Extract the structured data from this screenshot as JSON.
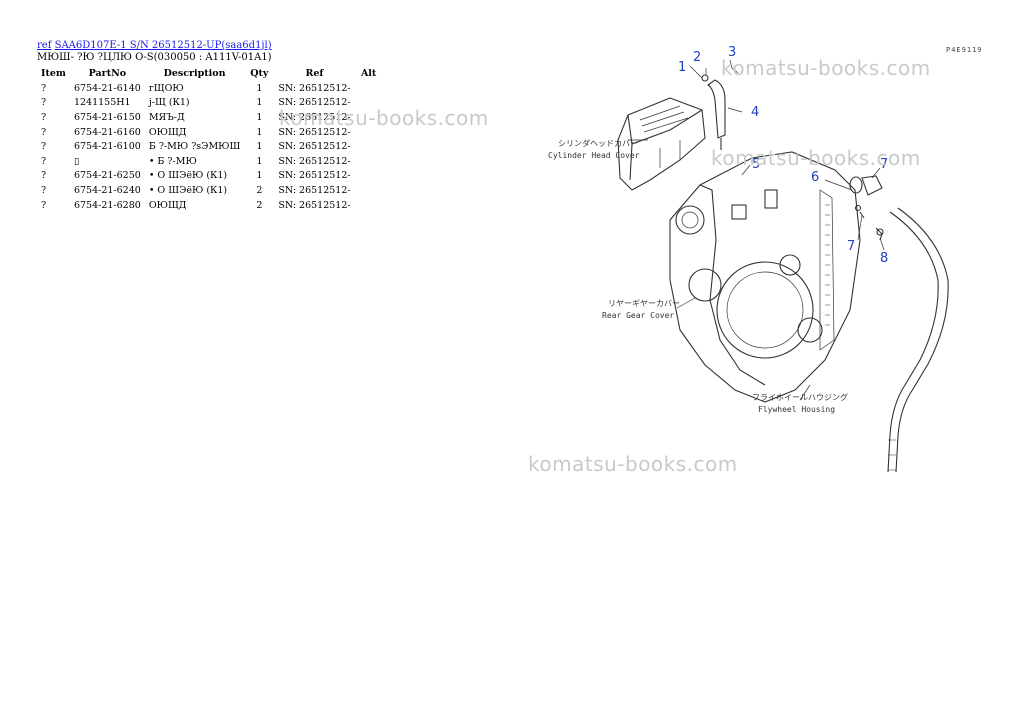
{
  "breadcrumb": {
    "ref_link": "ref",
    "model_link": "SAA6D107E-1 S/N 26512512-UP(saa6d1jl)"
  },
  "subtitle": "МЮШ- ?Ю ?ЦЛЮ О-S(030050 : A111V-01A1)",
  "table": {
    "headers": {
      "item": "Item",
      "partno": "PartNo",
      "description": "Description",
      "qty": "Qty",
      "ref": "Ref",
      "alt": "Alt"
    },
    "rows": [
      {
        "item": "?",
        "partno": "6754-21-6140",
        "description": "гЩОЮ",
        "qty": "1",
        "ref": "SN: 26512512-",
        "alt": ""
      },
      {
        "item": "?",
        "partno": "1241155H1",
        "description": "j-Щ (К1)",
        "qty": "1",
        "ref": "SN: 26512512-",
        "alt": ""
      },
      {
        "item": "?",
        "partno": "6754-21-6150",
        "description": "МЯЪ-Д",
        "qty": "1",
        "ref": "SN: 26512512-",
        "alt": ""
      },
      {
        "item": "?",
        "partno": "6754-21-6160",
        "description": "ОЮЩД",
        "qty": "1",
        "ref": "SN: 26512512-",
        "alt": ""
      },
      {
        "item": "?",
        "partno": "6754-21-6100",
        "description": "Б ?-МЮ ?sЭМЮШ",
        "qty": "1",
        "ref": "SN: 26512512-",
        "alt": ""
      },
      {
        "item": "?",
        "partno": "",
        "description": "• Б ?-МЮ",
        "qty": "1",
        "ref": "SN: 26512512-",
        "alt": ""
      },
      {
        "item": "?",
        "partno": "6754-21-6250",
        "description": "• О ШЭёЮ (К1)",
        "qty": "1",
        "ref": "SN: 26512512-",
        "alt": ""
      },
      {
        "item": "?",
        "partno": "6754-21-6240",
        "description": "• О ШЭёЮ (К1)",
        "qty": "2",
        "ref": "SN: 26512512-",
        "alt": ""
      },
      {
        "item": "?",
        "partno": "6754-21-6280",
        "description": "ОЮЩД",
        "qty": "2",
        "ref": "SN: 26512512-",
        "alt": ""
      }
    ]
  },
  "watermark": "komatsu-books.com",
  "figure_id": "P4E9119",
  "drawing": {
    "callouts": [
      "1",
      "2",
      "3",
      "4",
      "5",
      "6",
      "7",
      "7",
      "8"
    ],
    "labels": {
      "cyl_jp": "シリンダヘッドカバー",
      "cyl_en": "Cylinder Head Cover",
      "gear_jp": "リヤーギヤーカバー",
      "gear_en": "Rear Gear Cover",
      "fly_jp": "フライホイールハウジング",
      "fly_en": "Flywheel Housing"
    },
    "callout_color": "#1f3fbf"
  }
}
